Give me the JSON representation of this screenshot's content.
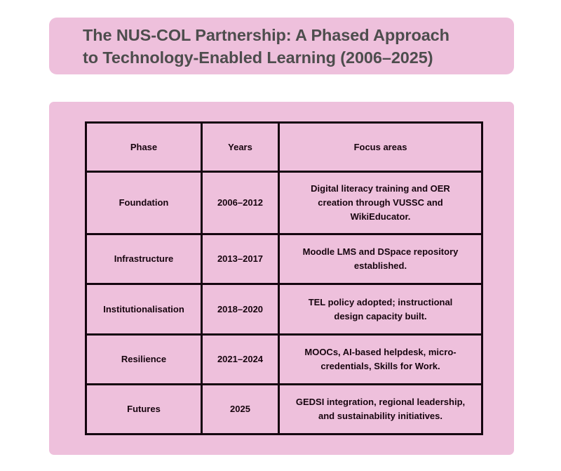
{
  "title": {
    "line1": "The NUS-COL Partnership: A Phased Approach",
    "line2": "to Technology-Enabled Learning (2006–2025)"
  },
  "colors": {
    "panel_background": "#eec0dc",
    "page_background": "#ffffff",
    "title_text": "#4d4d4d",
    "table_text": "#17050f",
    "table_border": "#150510"
  },
  "table": {
    "headers": {
      "phase": "Phase",
      "years": "Years",
      "focus": "Focus areas"
    },
    "rows": [
      {
        "phase": "Foundation",
        "years": "2006–2012",
        "focus": "Digital literacy training and OER creation through VUSSC and WikiEducator."
      },
      {
        "phase": "Infrastructure",
        "years": "2013–2017",
        "focus": "Moodle LMS and DSpace repository established."
      },
      {
        "phase": "Institutionalisation",
        "years": "2018–2020",
        "focus": "TEL policy adopted; instructional design capacity built."
      },
      {
        "phase": "Resilience",
        "years": "2021–2024",
        "focus": "MOOCs, AI-based helpdesk, micro-credentials, Skills for Work."
      },
      {
        "phase": "Futures",
        "years": "2025",
        "focus": "GEDSI integration, regional leadership, and sustainability initiatives."
      }
    ]
  }
}
